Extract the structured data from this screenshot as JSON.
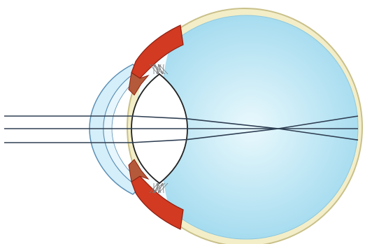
{
  "diagram": {
    "subject": "eye-cross-section-myopia",
    "colors": {
      "background": "#ffffff",
      "sclera": "#f3eec8",
      "sclera_edge": "#c9c08a",
      "vitreous_light": "#eaf9fd",
      "vitreous_dark": "#9fd9ee",
      "cornea": "#d4eefa",
      "cornea_edge": "#5b8fb4",
      "lens": "#ffffff",
      "lens_edge": "#222222",
      "ciliary_muscle": "#d23a22",
      "ciliary_muscle_dark": "#8e1f10",
      "iris": "#b45a3a",
      "zonule_fibers": "#7a7a7a",
      "light_rays": "#2e3e52"
    },
    "light_rays_count": 3,
    "focus_point": "in-front-of-retina"
  }
}
